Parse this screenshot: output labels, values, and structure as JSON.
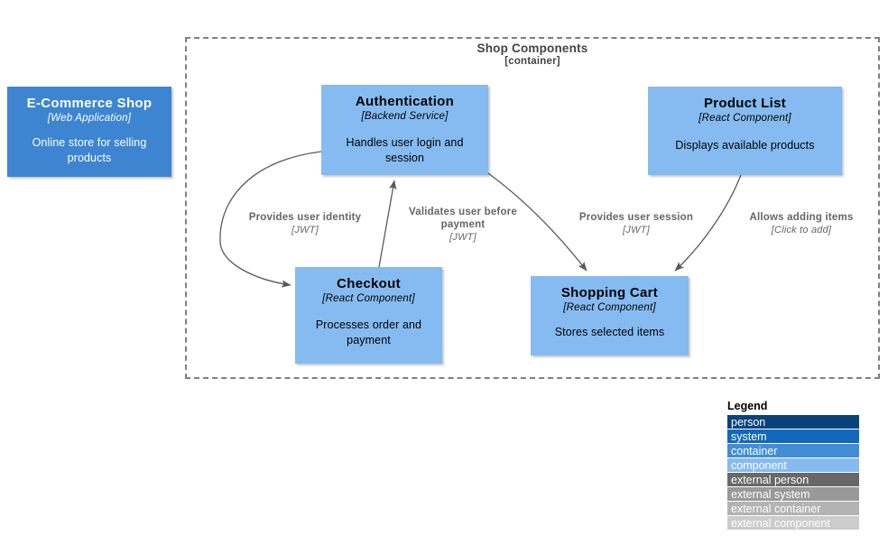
{
  "diagram": {
    "type": "c4-component-diagram",
    "boundary": {
      "title": "Shop Components",
      "subtitle": "[container]"
    },
    "nodes": [
      {
        "id": "ecommerce-shop",
        "title": "E-Commerce Shop",
        "type": "[Web  Application]",
        "description": "Online store for selling products",
        "kind": "system",
        "color": "#3d85d0"
      },
      {
        "id": "authentication",
        "title": "Authentication",
        "type": "[Backend Service]",
        "description": "Handles user login and session",
        "kind": "component",
        "color": "#85bbf0"
      },
      {
        "id": "product-list",
        "title": "Product List",
        "type": "[React  Component]",
        "description": "Displays available products",
        "kind": "component",
        "color": "#85bbf0"
      },
      {
        "id": "checkout",
        "title": "Checkout",
        "type": "[React  Component]",
        "description": "Processes order  and payment",
        "kind": "component",
        "color": "#85bbf0"
      },
      {
        "id": "shopping-cart",
        "title": "Shopping  Cart",
        "type": "[React  Component]",
        "description": "Stores selected  items",
        "kind": "component",
        "color": "#85bbf0"
      }
    ],
    "relationships": [
      {
        "id": "auth-to-checkout",
        "from": "authentication",
        "to": "checkout",
        "text": "Provides  user  identity",
        "technology": "[JWT]"
      },
      {
        "id": "checkout-to-auth",
        "from": "checkout",
        "to": "authentication",
        "text": "Validates  user  before payment",
        "technology": "[JWT]"
      },
      {
        "id": "auth-to-cart",
        "from": "authentication",
        "to": "shopping-cart",
        "text": "Provides  user session",
        "technology": "[JWT]"
      },
      {
        "id": "productlist-to-cart",
        "from": "product-list",
        "to": "shopping-cart",
        "text": "Allows  adding  items",
        "technology": "[Click to add]"
      }
    ]
  },
  "legend": {
    "title": "Legend",
    "items": [
      {
        "label": "person",
        "color": "#08427b",
        "text_color": "#ffffff"
      },
      {
        "label": "system",
        "color": "#1168bd",
        "text_color": "#ffffff"
      },
      {
        "label": "container",
        "color": "#438dd5",
        "text_color": "#ffffff"
      },
      {
        "label": "component",
        "color": "#85bbf0",
        "text_color": "#ffffff"
      },
      {
        "label": "external person",
        "color": "#686868",
        "text_color": "#ffffff"
      },
      {
        "label": "external system",
        "color": "#999999",
        "text_color": "#ffffff"
      },
      {
        "label": "external container",
        "color": "#b3b3b3",
        "text_color": "#ffffff"
      },
      {
        "label": "external component",
        "color": "#cccccc",
        "text_color": "#ffffff"
      }
    ]
  },
  "style": {
    "arrow_color": "#5a5a5a",
    "boundary_border_color": "#7f7f7f",
    "label_color": "#666666",
    "background": "#ffffff"
  }
}
